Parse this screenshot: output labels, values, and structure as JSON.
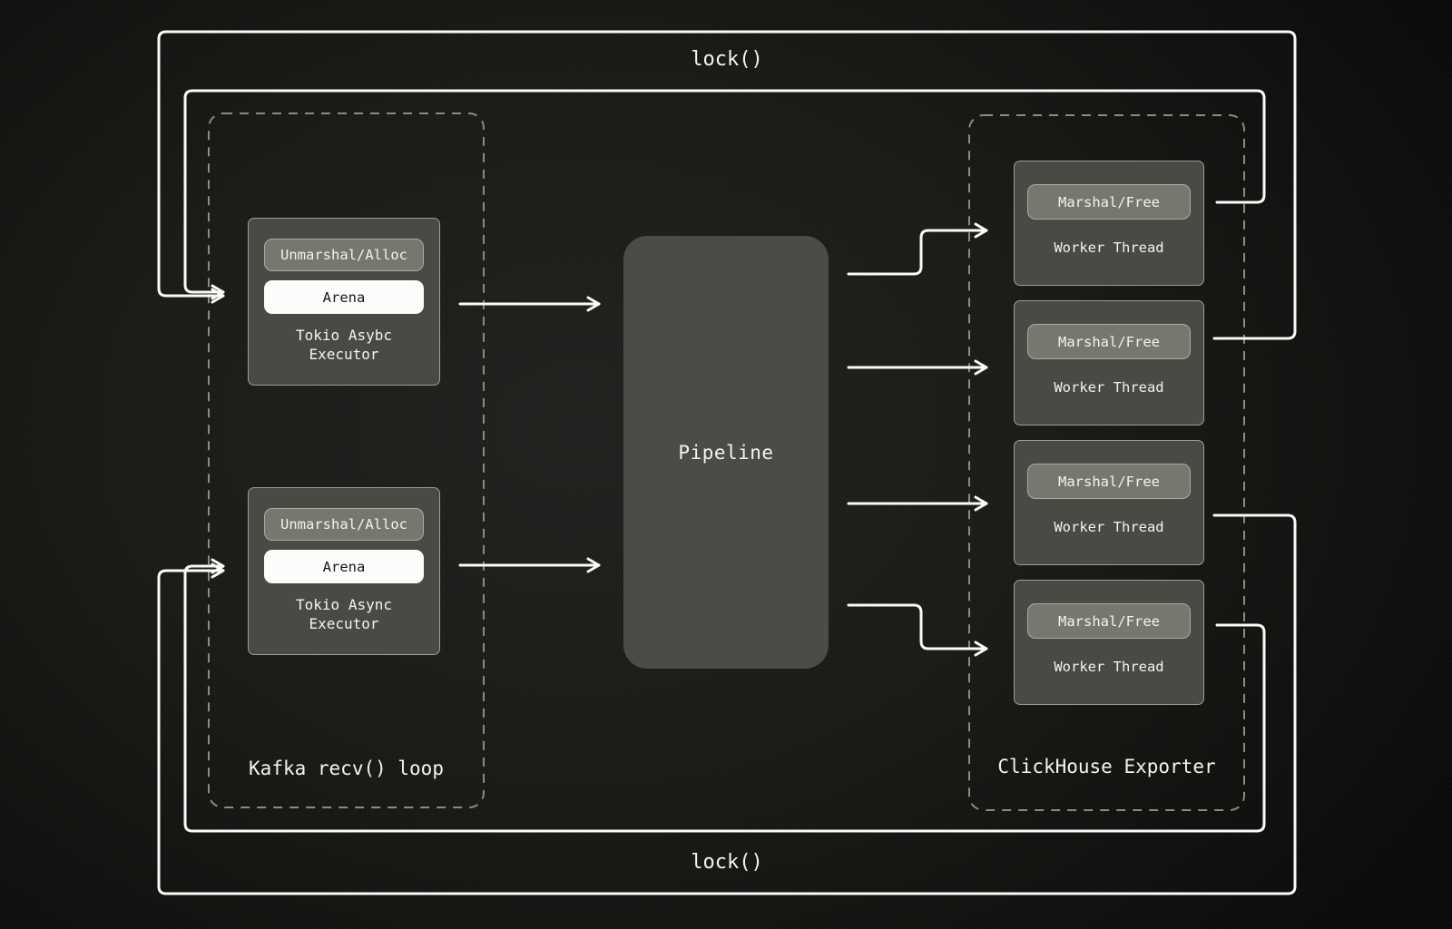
{
  "colors": {
    "background_center": "#232220",
    "background_edge": "#0b0b09",
    "line": "#fafaf8",
    "dashed_outline": "#8b8b84",
    "box_fill": "#4a4a45",
    "box_border": "#9d9d97",
    "chip_fill": "#78776f",
    "chip_border": "#abaaa2",
    "arena_fill": "#fcfcfa",
    "arena_text": "#161616",
    "pipeline_fill": "#4c4c47",
    "text": "#f3f3ef"
  },
  "locks": {
    "top": "lock()",
    "bottom": "lock()"
  },
  "kafka": {
    "label": "Kafka recv() loop",
    "executors": [
      {
        "alloc": "Unmarshal/Alloc",
        "arena": "Arena",
        "name1": "Tokio Asybc",
        "name2": "Executor"
      },
      {
        "alloc": "Unmarshal/Alloc",
        "arena": "Arena",
        "name1": "Tokio Async",
        "name2": "Executor"
      }
    ]
  },
  "pipeline": {
    "label": "Pipeline"
  },
  "exporter": {
    "label": "ClickHouse Exporter",
    "workers": [
      {
        "chip": "Marshal/Free",
        "label": "Worker Thread"
      },
      {
        "chip": "Marshal/Free",
        "label": "Worker Thread"
      },
      {
        "chip": "Marshal/Free",
        "label": "Worker Thread"
      },
      {
        "chip": "Marshal/Free",
        "label": "Worker Thread"
      }
    ]
  }
}
